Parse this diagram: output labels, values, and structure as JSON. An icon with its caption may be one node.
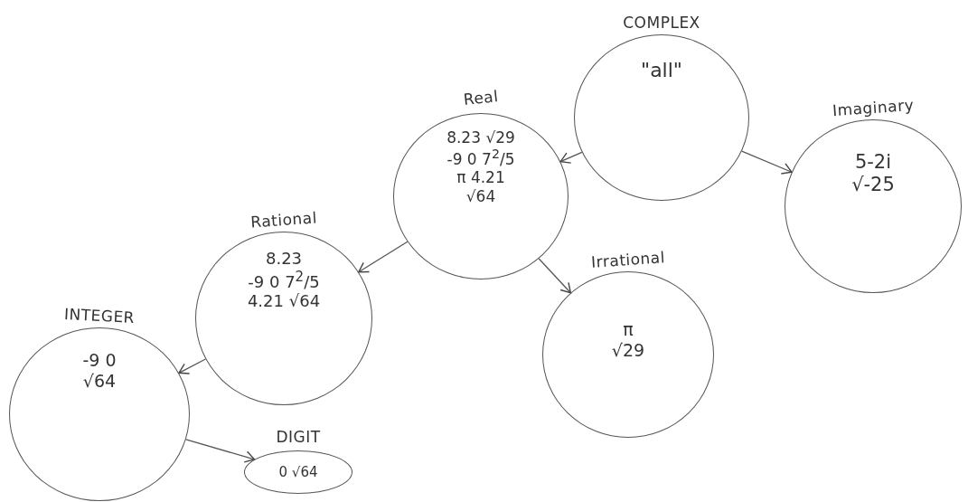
{
  "diagram": {
    "nodes": [
      {
        "text": [
          "COMPLEX",
          "\"all\""
        ]
      },
      {
        "text": [
          "Imaginary",
          "5-2i",
          "√-25"
        ]
      },
      {
        "text": [
          "Real",
          "8.23 √29",
          "-9 0 7$^{2}$/5",
          "π 4.21",
          "√64"
        ]
      },
      {
        "text": [
          "Rational",
          "8.23",
          "-9 0 7$^{2}$/5",
          "4.21 √64"
        ]
      },
      {
        "text": [
          "Irrational",
          "π",
          "√29"
        ]
      },
      {
        "text": [
          "INTEGER",
          "-9 0",
          "√64"
        ]
      },
      {
        "text": [
          "DIGIT",
          "0 √64"
        ]
      }
    ],
    "edges": [
      {
        "from": 0,
        "to": 2,
        "arrow": "to"
      },
      {
        "from": 0,
        "to": 1,
        "arrow": "to"
      },
      {
        "from": 2,
        "to": 3,
        "arrow": "to"
      },
      {
        "from": 2,
        "to": 4,
        "arrow": "to"
      },
      {
        "from": 3,
        "to": 5,
        "arrow": "to"
      },
      {
        "from": 5,
        "to": 6,
        "arrow": "to"
      }
    ]
  }
}
